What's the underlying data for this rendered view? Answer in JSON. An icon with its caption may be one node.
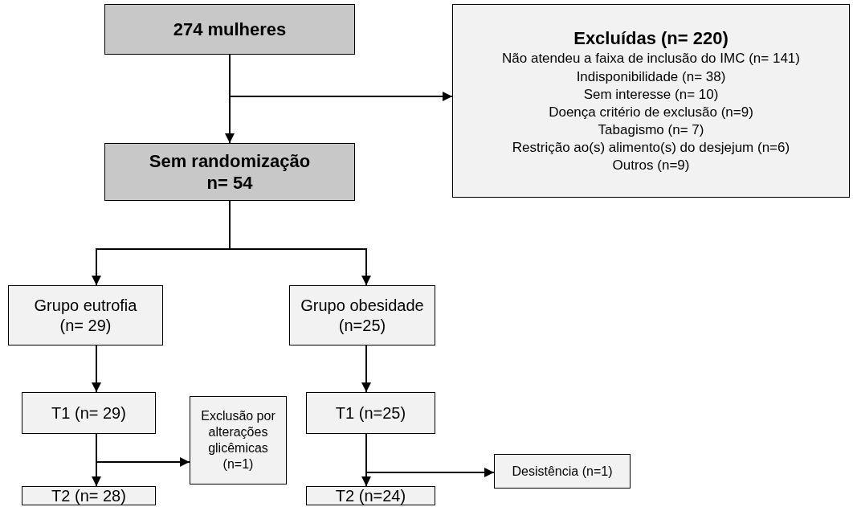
{
  "diagram": {
    "nodes": [
      {
        "text": [
          "274 mulheres"
        ]
      },
      {
        "text": [
          "Excluídas (n= 220)",
          "Não atendeu a faixa de inclusão do IMC (n= 141)",
          "Indisponibilidade (n= 38)",
          "Sem interesse (n= 10)",
          "Doença critério de exclusão (n=9)",
          "Tabagismo (n= 7)",
          "Restrição ao(s) alimento(s) do desjejum (n=6)",
          "Outros (n=9)"
        ]
      },
      {
        "text": [
          "Sem randomização",
          "n= 54"
        ]
      },
      {
        "text": [
          "Grupo eutrofia (n= 29)"
        ]
      },
      {
        "text": [
          "Grupo obesidade (n=25)"
        ]
      },
      {
        "text": [
          "T1 (n= 29)"
        ]
      },
      {
        "text": [
          "Exclusão por alterações glicêmicas (n=1)"
        ]
      },
      {
        "text": [
          "T1 (n=25)"
        ]
      },
      {
        "text": [
          "Desistência (n=1)"
        ]
      },
      {
        "text": [
          "T2 (n= 28)"
        ]
      },
      {
        "text": [
          "T2 (n=24)"
        ]
      }
    ],
    "edges": [
      {
        "from": 0,
        "to": 2,
        "arrow": "to"
      },
      {
        "from": 0,
        "to": 1,
        "arrow": "to"
      },
      {
        "from": 2,
        "to": 3,
        "arrow": "to"
      },
      {
        "from": 2,
        "to": 4,
        "arrow": "to"
      },
      {
        "from": 3,
        "to": 5,
        "arrow": "to"
      },
      {
        "from": 4,
        "to": 7,
        "arrow": "to"
      },
      {
        "from": 5,
        "to": 9,
        "arrow": "to"
      },
      {
        "from": 5,
        "to": 6,
        "arrow": "to"
      },
      {
        "from": 7,
        "to": 10,
        "arrow": "to"
      },
      {
        "from": 7,
        "to": 8,
        "arrow": "to"
      }
    ]
  }
}
